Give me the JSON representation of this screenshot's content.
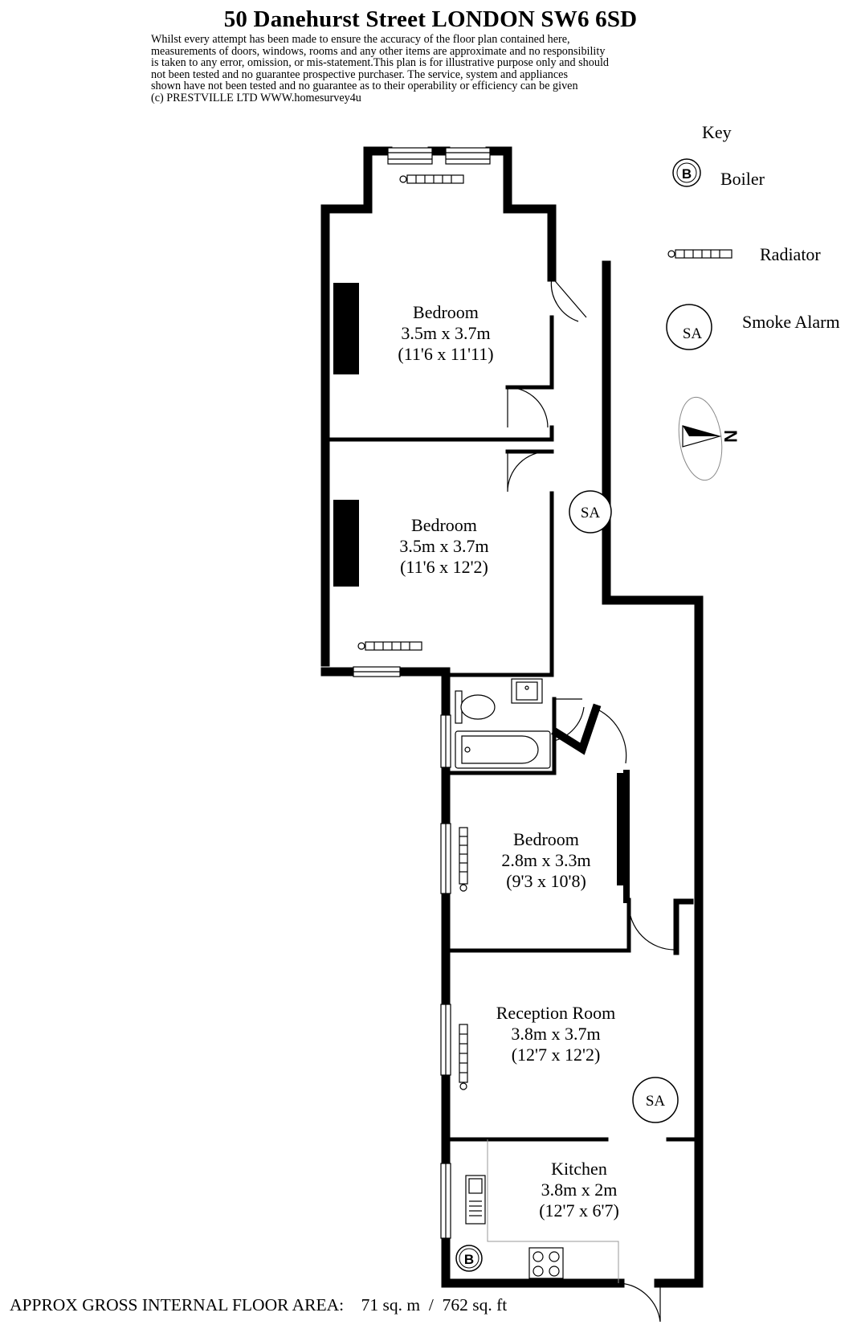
{
  "title": "50 Danehurst Street LONDON SW6 6SD",
  "disclaimer": [
    "Whilst every attempt has been made to ensure the accuracy of the floor plan contained here,",
    " measurements of doors, windows, rooms and any other items are approximate and no responsibility",
    " is taken to any error, omission, or mis-statement.This plan is for illustrative purpose only and should",
    " not been tested and no guarantee prospective purchaser. The service, system and appliances",
    "shown have not been tested and no guarantee as to their operability or efficiency can be given",
    "(c) PRESTVILLE LTD WWW.homesurvey4u"
  ],
  "key": {
    "heading": "Key",
    "boiler_symbol": "B",
    "boiler_label": "Boiler",
    "radiator_label": "Radiator",
    "smoke_symbol": "SA",
    "smoke_label": "Smoke Alarm"
  },
  "compass": {
    "letter": "N"
  },
  "rooms": [
    {
      "name": "Bedroom",
      "metric": "3.5m x 3.7m",
      "imperial": "(11'6 x 11'11)"
    },
    {
      "name": "Bedroom",
      "metric": "3.5m x 3.7m",
      "imperial": "(11'6 x 12'2)"
    },
    {
      "name": "Bedroom",
      "metric": "2.8m x 3.3m",
      "imperial": "(9'3 x 10'8)"
    },
    {
      "name": "Reception Room",
      "metric": "3.8m x 3.7m",
      "imperial": "(12'7 x 12'2)"
    },
    {
      "name": "Kitchen",
      "metric": "3.8m x 2m",
      "imperial": "(12'7 x 6'7)"
    }
  ],
  "plan_symbols": {
    "smoke": "SA",
    "boiler": "B"
  },
  "footer": {
    "label": "APPROX GROSS INTERNAL FLOOR AREA:",
    "sqm": "71 sq. m",
    "separator": "/",
    "sqft": "762 sq. ft"
  }
}
